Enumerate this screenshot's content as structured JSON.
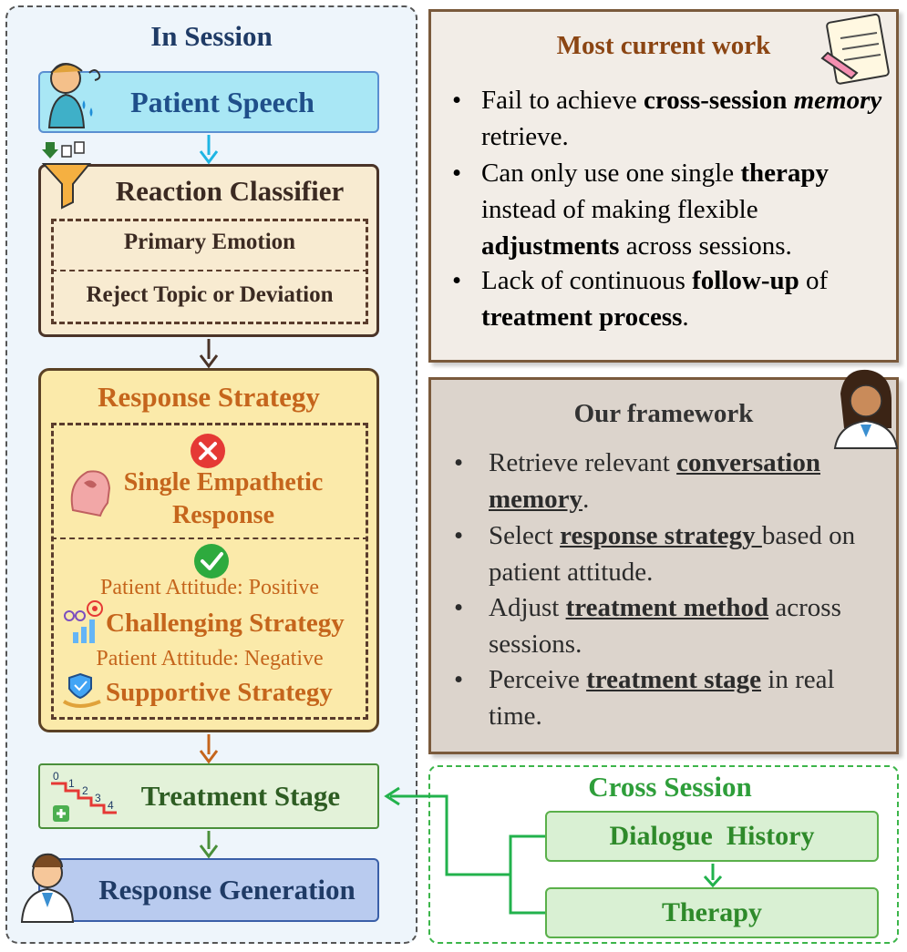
{
  "in_session": {
    "title": "In Session",
    "patient_speech": "Patient Speech",
    "reaction_classifier": {
      "title": "Reaction Classifier",
      "items": [
        "Primary Emotion",
        "Reject Topic or Deviation"
      ]
    },
    "response_strategy": {
      "title": "Response Strategy",
      "rejected_line1": "Single Empathetic",
      "rejected_line2": "Response",
      "attitude_positive": "Patient Attitude: Positive",
      "challenging": "Challenging Strategy",
      "attitude_negative": "Patient Attitude: Negative",
      "supportive": "Supportive Strategy"
    },
    "treatment_stage": "Treatment Stage",
    "response_generation": "Response Generation"
  },
  "most_current_work": {
    "title": "Most current work",
    "bullets": [
      {
        "a": "Fail to achieve ",
        "b": "cross-session ",
        "c": "memory",
        "d": " retrieve."
      },
      {
        "a": "Can only use one single ",
        "b": "therapy",
        "c": " instead of making flexible ",
        "d": "adjustments",
        "e": " across sessions."
      },
      {
        "a": "Lack of continuous ",
        "b": "follow-up",
        "c": " of ",
        "d": "treatment process",
        "e": "."
      }
    ]
  },
  "our_framework": {
    "title": "Our framework",
    "bullets": [
      {
        "a": "Retrieve relevant ",
        "b": "conversation memory",
        "c": "."
      },
      {
        "a": "Select ",
        "b": "response strategy ",
        "c": "based on patient attitude."
      },
      {
        "a": "Adjust ",
        "b": "treatment method",
        "c": " across sessions."
      },
      {
        "a": "Perceive ",
        "b": "treatment stage",
        "c": " in real time."
      }
    ]
  },
  "cross_session": {
    "title": "Cross Session",
    "dialogue_history": "Dialogue  History",
    "therapy": "Therapy"
  },
  "colors": {
    "patient_speech_fill": "#a9e7f5",
    "reaction_fill": "#f8ebd1",
    "strategy_fill": "#fbeaaa",
    "treatment_fill": "#e3f2d9",
    "response_gen_fill": "#b9cbef",
    "cross_session_green": "#2e9e3a",
    "strategy_orange": "#c5651c"
  },
  "icons": [
    "patient-stressed-icon",
    "filter-funnel-icon",
    "reject-x-icon",
    "empathy-head-icon",
    "check-icon",
    "growth-chart-icon",
    "shield-hand-icon",
    "stairs-steps-icon",
    "doctor-male-icon",
    "notepad-pencil-icon",
    "doctor-female-icon"
  ]
}
